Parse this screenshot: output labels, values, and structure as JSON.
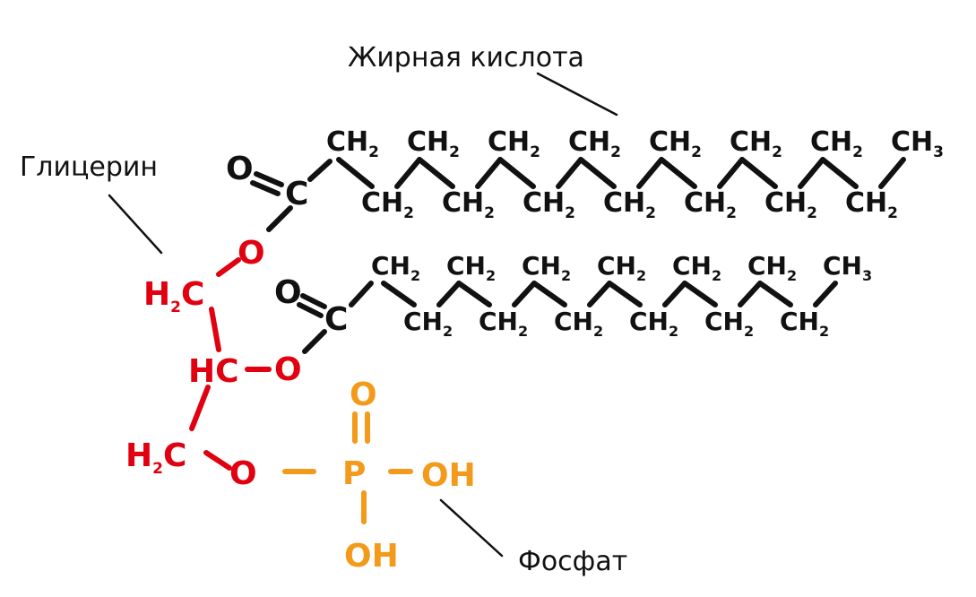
{
  "labels": {
    "fatty_acid": "Жирная кислота",
    "glycerol": "Глицерин",
    "phosphate": "Фосфат"
  },
  "glycerol": {
    "c1": "H",
    "c1_sub": "2",
    "c1_c": "C",
    "c2": "HC",
    "c3": "H",
    "c3_sub": "2",
    "c3_c": "C"
  },
  "ester_1": {
    "o_double": "O",
    "c": "C",
    "o_link": "O"
  },
  "ester_2": {
    "o_double": "O",
    "c": "C",
    "o_link": "O"
  },
  "phosphate": {
    "o_link": "O",
    "p": "P",
    "o_double": "O",
    "oh_right": "OH",
    "oh_bottom": "OH"
  },
  "chain_1": {
    "top": [
      {
        "main": "CH",
        "sub": "2"
      },
      {
        "main": "CH",
        "sub": "2"
      },
      {
        "main": "CH",
        "sub": "2"
      },
      {
        "main": "CH",
        "sub": "2"
      },
      {
        "main": "CH",
        "sub": "2"
      },
      {
        "main": "CH",
        "sub": "2"
      },
      {
        "main": "CH",
        "sub": "2"
      },
      {
        "main": "CH",
        "sub": "3"
      }
    ],
    "bottom": [
      {
        "main": "CH",
        "sub": "2"
      },
      {
        "main": "CH",
        "sub": "2"
      },
      {
        "main": "CH",
        "sub": "2"
      },
      {
        "main": "CH",
        "sub": "2"
      },
      {
        "main": "CH",
        "sub": "2"
      },
      {
        "main": "CH",
        "sub": "2"
      },
      {
        "main": "CH",
        "sub": "2"
      }
    ]
  },
  "chain_2": {
    "top": [
      {
        "main": "CH",
        "sub": "2"
      },
      {
        "main": "CH",
        "sub": "2"
      },
      {
        "main": "CH",
        "sub": "2"
      },
      {
        "main": "CH",
        "sub": "2"
      },
      {
        "main": "CH",
        "sub": "2"
      },
      {
        "main": "CH",
        "sub": "2"
      },
      {
        "main": "CH",
        "sub": "3"
      }
    ],
    "bottom": [
      {
        "main": "CH",
        "sub": "2"
      },
      {
        "main": "CH",
        "sub": "2"
      },
      {
        "main": "CH",
        "sub": "2"
      },
      {
        "main": "CH",
        "sub": "2"
      },
      {
        "main": "CH",
        "sub": "2"
      },
      {
        "main": "CH",
        "sub": "2"
      }
    ]
  },
  "colors": {
    "fatty_acid": "#111111",
    "glycerol": "#e0000f",
    "phosphate": "#f39a1a",
    "background": "#ffffff"
  }
}
